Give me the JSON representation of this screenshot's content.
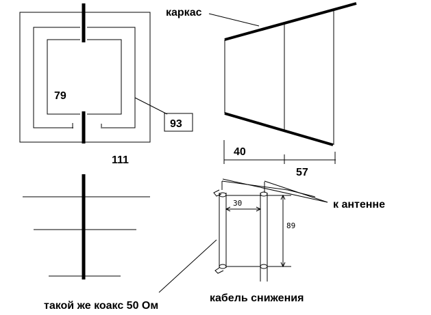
{
  "labels": {
    "karkas": "каркас",
    "to_antenna": "к антенне",
    "down_cable": "кабель снижения",
    "same_coax": "такой же коакс 50 Ом"
  },
  "dimensions": {
    "inner_loop": "79",
    "outer_loop": "111",
    "middle_loop": "93",
    "frame_near": "40",
    "frame_far": "57",
    "stub_spacing": "30",
    "stub_length": "89"
  },
  "colors": {
    "line": "#000000",
    "background": "#ffffff"
  }
}
